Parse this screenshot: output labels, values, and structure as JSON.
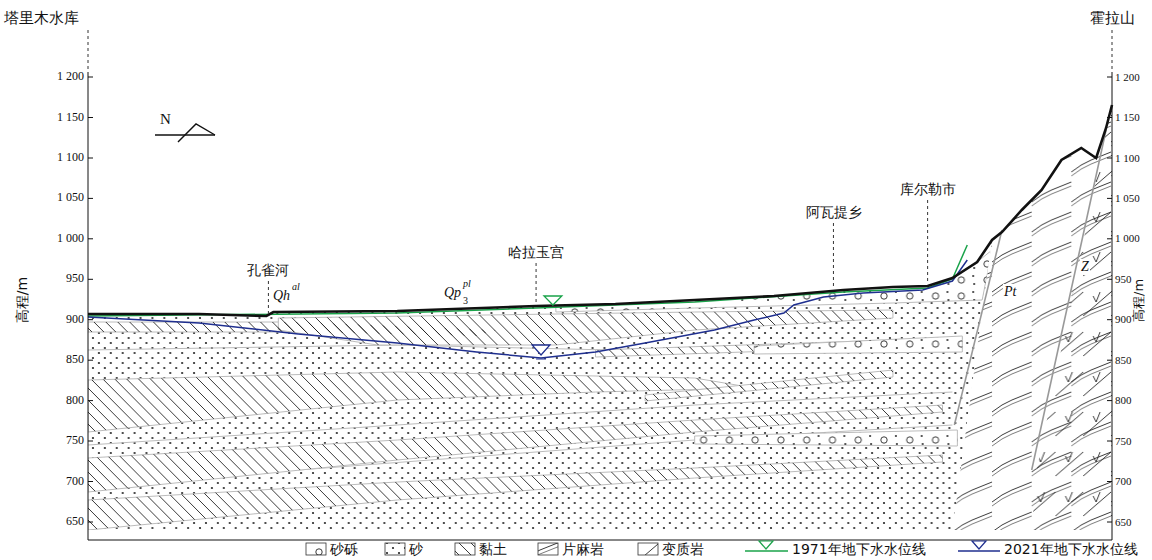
{
  "diagram": {
    "labels": [
      "塔里木水库",
      "霍拉山",
      "高程/m",
      "高程/m",
      "1 200",
      "1 150",
      "1 100",
      "1 050",
      "1 000",
      "950",
      "900",
      "850",
      "800",
      "750",
      "700",
      "650",
      "1 200",
      "1 150",
      "1 100",
      "1 050",
      "1 000",
      "950",
      "900",
      "850",
      "800",
      "750",
      "700",
      "650",
      "N",
      "孔雀河",
      "哈拉玉宫",
      "阿瓦提乡",
      "库尔勒市",
      "Qh",
      "al",
      "Qp",
      "3",
      "pl",
      "Pt",
      "Z"
    ],
    "legend": [
      {
        "text": "砂砾"
      },
      {
        "text": "砂"
      },
      {
        "text": "黏土"
      },
      {
        "text": "片麻岩"
      },
      {
        "text": "变质岩"
      },
      {
        "text": "1971年地下水水位线"
      },
      {
        "text": "2021年地下水水位线"
      }
    ]
  }
}
